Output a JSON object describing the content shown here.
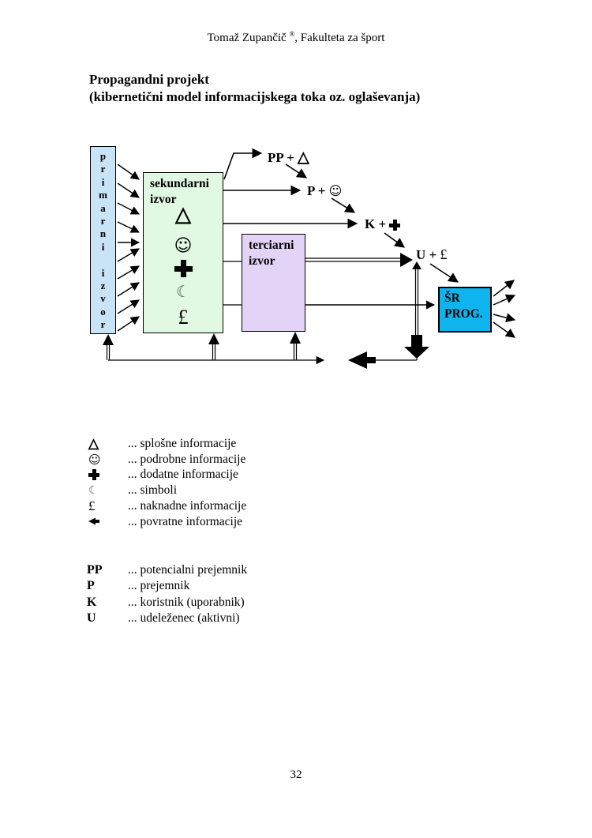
{
  "header": {
    "author": "Tomaž Zupančič",
    "reg": "®",
    "affiliation": ", Fakulteta za šport"
  },
  "title": {
    "line1": "Propagandni projekt",
    "line2": "(kibernetični model informacijskega toka oz. oglaševanja)"
  },
  "colors": {
    "primary_box": "#C9E3F7",
    "secondary_box": "#E1F8E2",
    "tertiary_box": "#E3D3F7",
    "srprog_box": "#0FB4EE",
    "line": "#000000"
  },
  "diagram": {
    "boxes": {
      "primary": {
        "name": "primarni izvor",
        "stacked_label": "p\nr\ni\nm\na\nr\nn\ni\n\ni\nz\nv\no\nr"
      },
      "secondary": {
        "line1": "sekundarni",
        "line2": "izvor",
        "symbols": {
          "triangle": "△",
          "smiley": "☺",
          "moon": "☾",
          "pound": "£"
        }
      },
      "tertiary": {
        "line1": "terciarni",
        "line2": "izvor"
      },
      "srprog": {
        "line1": "ŠR",
        "line2": "PROG."
      }
    },
    "flow_labels": {
      "pp": {
        "text": "PP + ",
        "symbol": "△"
      },
      "p": {
        "text": "P + ",
        "symbol": "☺"
      },
      "k": {
        "text": "K + ",
        "symbol_icon": "heavy-cross"
      },
      "u": {
        "text": "U + ",
        "symbol": "£"
      }
    }
  },
  "legend_symbols": {
    "items": [
      {
        "symbol": "△",
        "icon": "triangle",
        "label": "... splošne informacije"
      },
      {
        "symbol": "☺",
        "icon": "smiley",
        "label": "... podrobne informacije"
      },
      {
        "symbol": "",
        "icon": "heavy-cross",
        "label": "... dodatne informacije"
      },
      {
        "symbol": "☾",
        "icon": "moon",
        "label": "... simboli"
      },
      {
        "symbol": "£",
        "icon": "pound",
        "label": "... naknadne informacije"
      },
      {
        "symbol": "",
        "icon": "feedback-arrow",
        "label": "... povratne informacije"
      }
    ]
  },
  "legend_roles": {
    "items": [
      {
        "abbr": "PP",
        "label": "... potencialni prejemnik"
      },
      {
        "abbr": "P",
        "label": "... prejemnik"
      },
      {
        "abbr": "K",
        "label": "... koristnik (uporabnik)"
      },
      {
        "abbr": "U",
        "label": "... udeleženec (aktivni)"
      }
    ]
  },
  "footer": {
    "page_number": "32"
  }
}
